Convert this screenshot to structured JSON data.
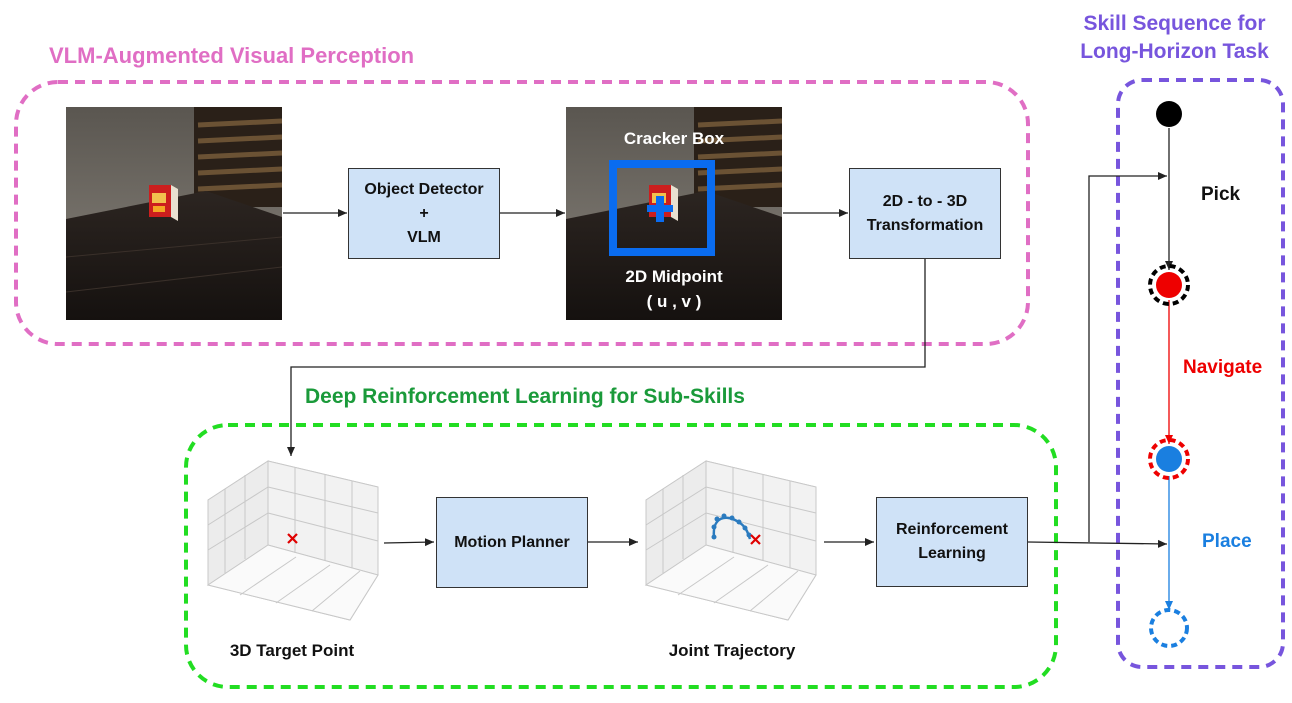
{
  "perception": {
    "title": "VLM-Augmented Visual Perception",
    "detector_line1": "Object Detector",
    "detector_line2": "+",
    "detector_line3": "VLM",
    "object_label": "Cracker Box",
    "midpoint_line1": "2D Midpoint",
    "midpoint_line2": "( u , v )",
    "transform_line1": "2D - to - 3D",
    "transform_line2": "Transformation"
  },
  "drl": {
    "title": "Deep Reinforcement Learning for Sub-Skills",
    "target_caption": "3D Target Point",
    "motion_planner": "Motion Planner",
    "trajectory_caption": "Joint Trajectory",
    "rl_line1": "Reinforcement",
    "rl_line2": "Learning"
  },
  "skills": {
    "title_line1": "Skill Sequence for",
    "title_line2": "Long-Horizon Task",
    "pick": "Pick",
    "navigate": "Navigate",
    "place": "Place"
  },
  "colors": {
    "perception": "#e06ec4",
    "drl": "#22dd22",
    "skills": "#7755dd",
    "navigate": "#ee0000",
    "place": "#1a7fe0",
    "box_fill": "#cfe2f7",
    "bbox": "#0a6cf0"
  },
  "icons": [
    "cracker-box-image",
    "bounding-box-icon",
    "crosshair-icon",
    "target-marker-icon",
    "trajectory-curve-icon"
  ]
}
